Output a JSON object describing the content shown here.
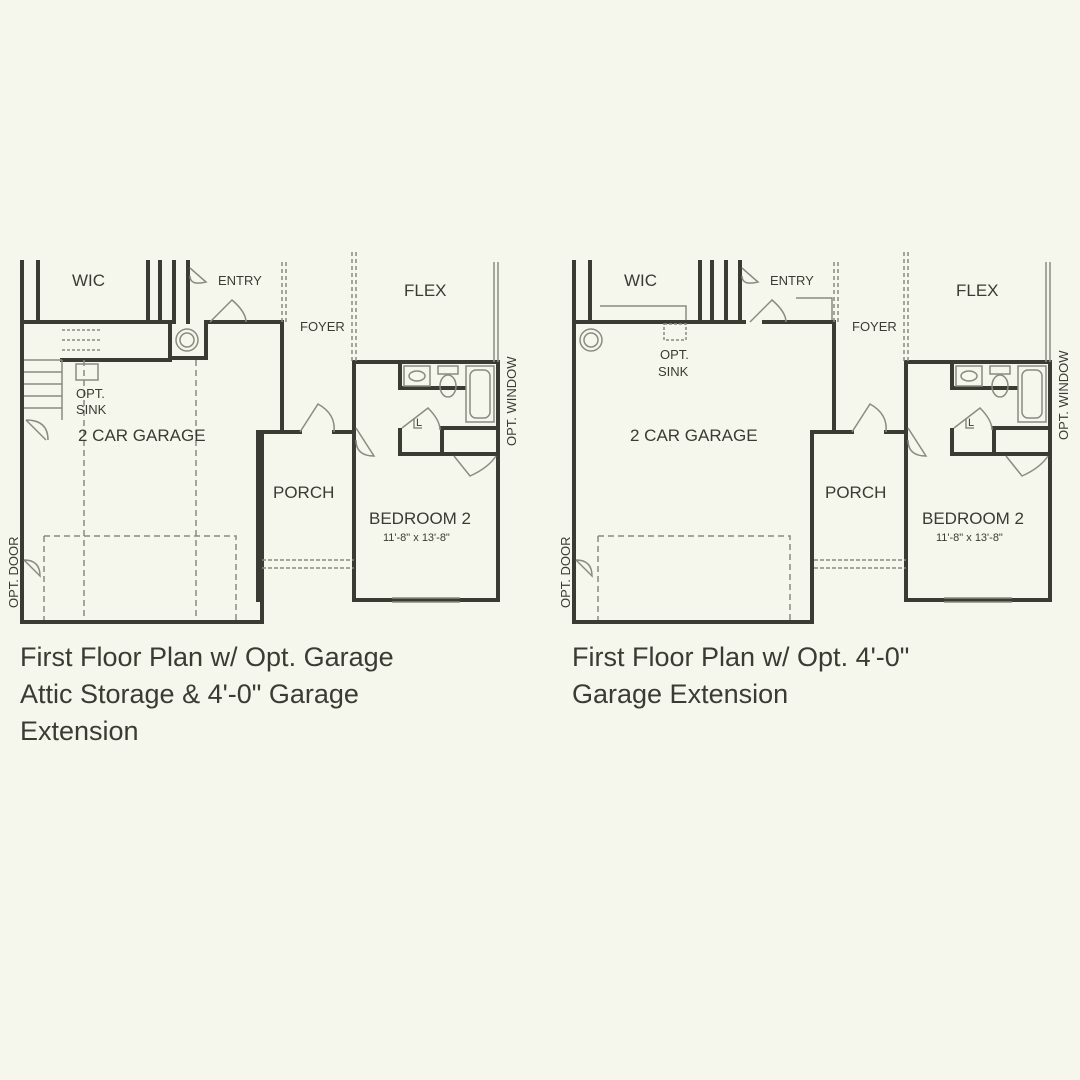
{
  "plans": [
    {
      "rooms": {
        "wic": "WIC",
        "entry": "ENTRY",
        "flex": "FLEX",
        "foyer": "FOYER",
        "opt_sink": [
          "OPT.",
          "SINK"
        ],
        "garage": "2 CAR GARAGE",
        "porch": "PORCH",
        "bedroom": "BEDROOM 2",
        "bedroom_size": "11'-8\" x 13'-8\"",
        "opt_window": "OPT. WINDOW",
        "opt_door": "OPT. DOOR",
        "linen": "L"
      },
      "caption": [
        "First Floor Plan w/ Opt. Garage",
        "Attic Storage & 4'-0\" Garage",
        "Extension"
      ]
    },
    {
      "rooms": {
        "wic": "WIC",
        "entry": "ENTRY",
        "flex": "FLEX",
        "foyer": "FOYER",
        "opt_sink": [
          "OPT.",
          "SINK"
        ],
        "garage": "2 CAR GARAGE",
        "porch": "PORCH",
        "bedroom": "BEDROOM 2",
        "bedroom_size": "11'-8\" x 13'-8\"",
        "opt_window": "OPT. WINDOW",
        "opt_door": "OPT. DOOR",
        "linen": "L"
      },
      "caption": [
        "First Floor Plan w/ Opt. 4'-0\"",
        "Garage Extension"
      ]
    }
  ],
  "colors": {
    "background": "#f5f6ec",
    "wall": "#3a3c33",
    "fixture": "#8a8c80"
  }
}
